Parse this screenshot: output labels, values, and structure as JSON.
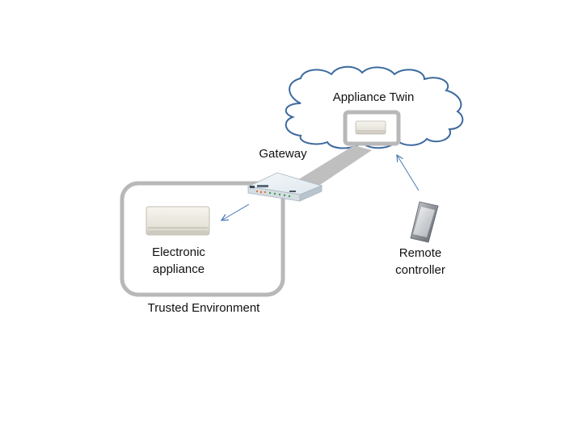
{
  "labels": {
    "appliance_twin": "Appliance Twin",
    "gateway": "Gateway",
    "electronic_appliance": [
      "Electronic",
      "appliance"
    ],
    "remote_controller": [
      "Remote",
      "controller"
    ],
    "trusted_environment": "Trusted Environment"
  },
  "icons": {
    "cloud": "cloud-icon",
    "gateway": "router-icon",
    "appliance": "air-conditioner-icon",
    "twin": "air-conditioner-icon",
    "remote": "smartphone-icon"
  },
  "colors": {
    "cloud_outline": "#3d6a9e",
    "frame_gray": "#b8b8b8",
    "arrow_blue": "#4a78b5",
    "text": "#111111"
  }
}
